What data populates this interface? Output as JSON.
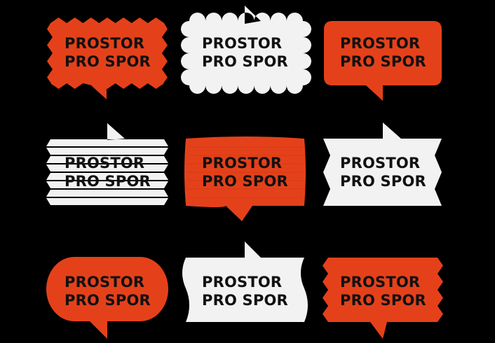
{
  "colors": {
    "background": "#000000",
    "orange": "#e4411a",
    "white": "#f2f2f2",
    "text": "#111111"
  },
  "bubbles": [
    {
      "id": "spiky-orange-tail-bottom",
      "fill": "orange",
      "line1": "PROSTOR",
      "line2": "PRO SPOR"
    },
    {
      "id": "scalloped-white-tail-top",
      "fill": "white",
      "line1": "PROSTOR",
      "line2": "PRO SPOR"
    },
    {
      "id": "rounded-orange-tail-bottom",
      "fill": "orange",
      "line1": "PROSTOR",
      "line2": "PRO SPOR"
    },
    {
      "id": "striped-white-tail-top",
      "fill": "white",
      "line1": "PROSTOR",
      "line2": "PRO SPOR"
    },
    {
      "id": "wavy-orange-tail-bottom",
      "fill": "orange",
      "line1": "PROSTOR",
      "line2": "PRO SPOR"
    },
    {
      "id": "notched-white-tail-top",
      "fill": "white",
      "line1": "PROSTOR",
      "line2": "PRO SPOR"
    },
    {
      "id": "oval-orange-tail-bottom",
      "fill": "orange",
      "line1": "PROSTOR",
      "line2": "PRO SPOR"
    },
    {
      "id": "wavy-white-tail-top",
      "fill": "white",
      "line1": "PROSTOR",
      "line2": "PRO SPOR"
    },
    {
      "id": "zigzag-orange-tail-bottom",
      "fill": "orange",
      "line1": "PROSTOR",
      "line2": "PRO SPOR"
    }
  ]
}
